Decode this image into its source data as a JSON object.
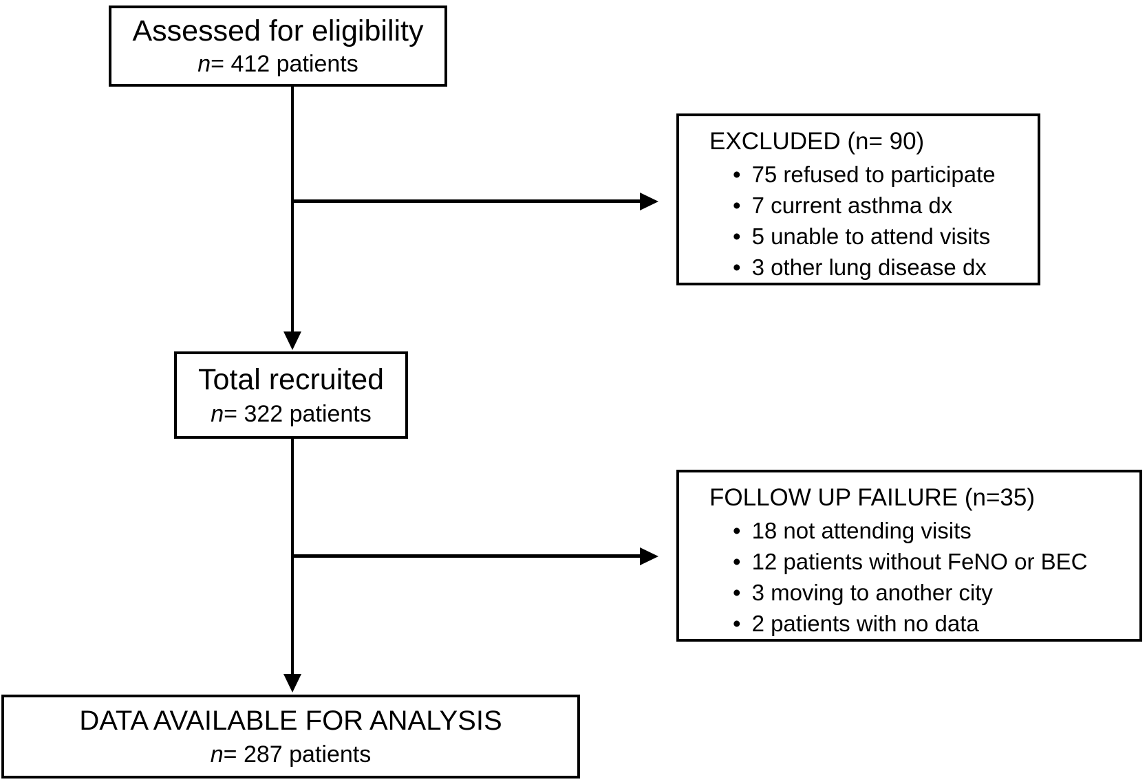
{
  "ui": {
    "bullet_glyph": "•"
  },
  "colors": {
    "line": "#000000",
    "background": "#ffffff",
    "text": "#000000"
  },
  "diagram": {
    "assessed": {
      "title": "Assessed for eligibility",
      "n_prefix": "n",
      "n_rest": "= 412 patients"
    },
    "excluded": {
      "title": "EXCLUDED (n= 90)",
      "items": [
        "75 refused to participate",
        "7 current asthma dx",
        "5 unable to attend visits",
        "3 other lung disease dx"
      ]
    },
    "recruited": {
      "title": "Total recruited",
      "n_prefix": "n",
      "n_rest": "= 322 patients"
    },
    "followup": {
      "title": "FOLLOW UP FAILURE (n=35)",
      "items": [
        "18 not attending visits",
        "12 patients without FeNO or BEC",
        "3 moving to another city",
        "2 patients with no data"
      ]
    },
    "analysis": {
      "title": "DATA AVAILABLE FOR ANALYSIS",
      "n_prefix": "n",
      "n_rest": "= 287 patients"
    }
  }
}
